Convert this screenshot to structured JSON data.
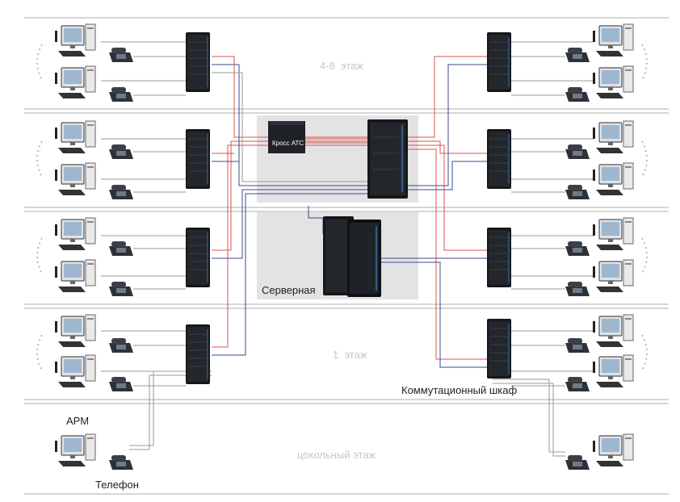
{
  "floors": [
    {
      "label": "4-8  этаж"
    },
    {
      "label": ""
    },
    {
      "label": ""
    },
    {
      "label": "1  этаж"
    },
    {
      "label": "цокольный этаж"
    }
  ],
  "labels": {
    "pbx": "Кросс АТС",
    "server_room": "Серверная",
    "switch_cabinet": "Коммутационный шкаф",
    "workstation": "АРМ",
    "phone": "Телефон"
  },
  "colors": {
    "red_line": "#d9534f",
    "blue_line": "#3b4a8c",
    "gray_line": "#9a9a9a",
    "panel": "#e3e3e3",
    "floor_divider": "#c8c8c8"
  },
  "icons": [
    "workstation-icon",
    "phone-icon",
    "server-rack-icon",
    "pbx-cross-icon"
  ]
}
